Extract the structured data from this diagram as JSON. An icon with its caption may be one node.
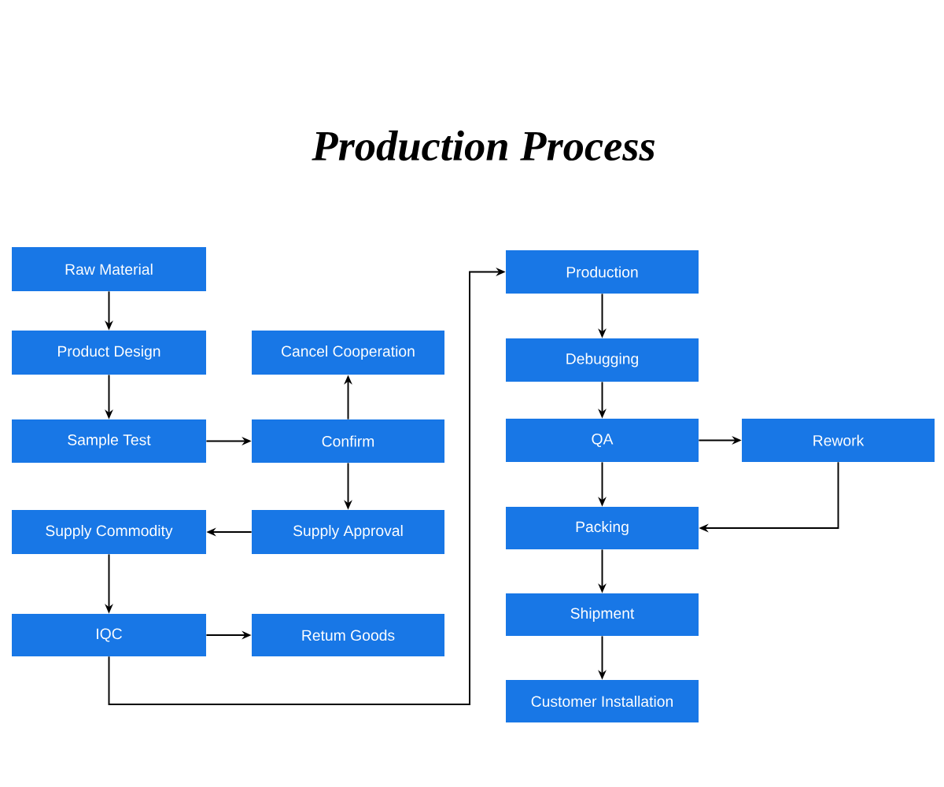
{
  "diagram": {
    "title": "Production Process",
    "nodes": [
      {
        "text": [
          "Raw Material"
        ]
      },
      {
        "text": [
          "Product Design"
        ]
      },
      {
        "text": [
          "Sample Test"
        ]
      },
      {
        "text": [
          "Cancel Cooperation"
        ]
      },
      {
        "text": [
          "Confirm"
        ]
      },
      {
        "text": [
          "Supply Commodity"
        ]
      },
      {
        "text": [
          "Supply Approval"
        ]
      },
      {
        "text": [
          "IQC"
        ]
      },
      {
        "text": [
          "Retum Goods"
        ]
      },
      {
        "text": [
          "Production"
        ]
      },
      {
        "text": [
          "Debugging"
        ]
      },
      {
        "text": [
          "QA"
        ]
      },
      {
        "text": [
          "Rework"
        ]
      },
      {
        "text": [
          "Packing"
        ]
      },
      {
        "text": [
          "Shipment"
        ]
      },
      {
        "text": [
          "Customer Installation"
        ]
      }
    ],
    "edges": [
      {
        "from": 0,
        "to": 1,
        "arrow": "to"
      },
      {
        "from": 1,
        "to": 2,
        "arrow": "to"
      },
      {
        "from": 2,
        "to": 4,
        "arrow": "to"
      },
      {
        "from": 4,
        "to": 3,
        "arrow": "to"
      },
      {
        "from": 4,
        "to": 6,
        "arrow": "to"
      },
      {
        "from": 6,
        "to": 5,
        "arrow": "to"
      },
      {
        "from": 5,
        "to": 7,
        "arrow": "to"
      },
      {
        "from": 7,
        "to": 8,
        "arrow": "to"
      },
      {
        "from": 7,
        "to": 9,
        "arrow": "to"
      },
      {
        "from": 9,
        "to": 10,
        "arrow": "to"
      },
      {
        "from": 10,
        "to": 11,
        "arrow": "to"
      },
      {
        "from": 11,
        "to": 12,
        "arrow": "to"
      },
      {
        "from": 11,
        "to": 13,
        "arrow": "to"
      },
      {
        "from": 12,
        "to": 13,
        "arrow": "to"
      },
      {
        "from": 13,
        "to": 14,
        "arrow": "to"
      },
      {
        "from": 14,
        "to": 15,
        "arrow": "to"
      }
    ]
  }
}
